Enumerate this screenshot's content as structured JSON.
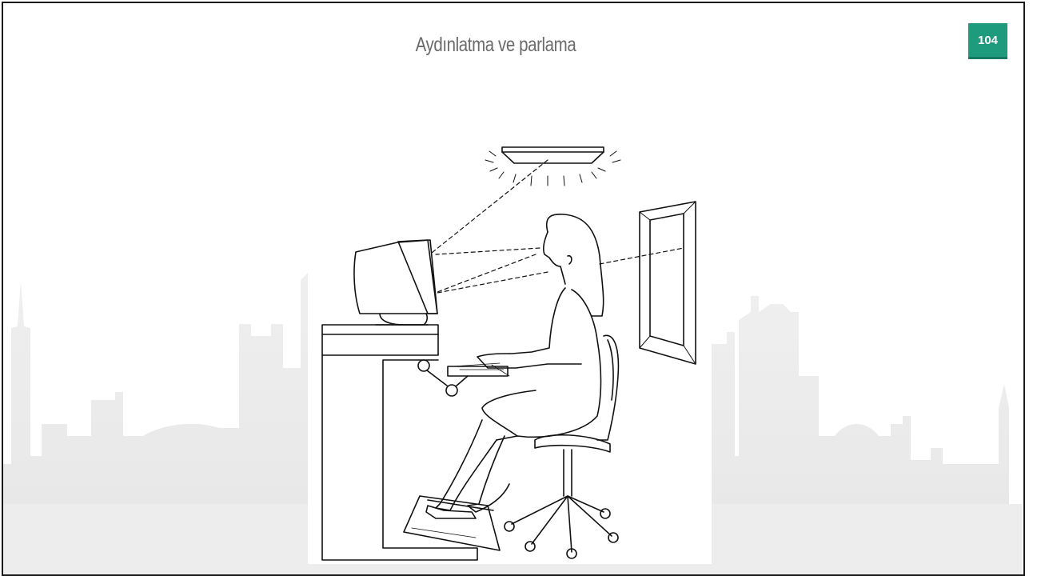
{
  "slide": {
    "title": "Aydınlatma ve parlama",
    "page_number": "104"
  },
  "colors": {
    "accent": "#1e9a7c",
    "skyline": "#ececec",
    "title_text": "#6b6b6b"
  },
  "illustration": {
    "subject": "person-seated-at-computer-workstation",
    "elements": [
      "ceiling-light",
      "computer-monitor",
      "window",
      "office-chair",
      "keyboard-tray",
      "footrest",
      "sight-lines"
    ]
  }
}
